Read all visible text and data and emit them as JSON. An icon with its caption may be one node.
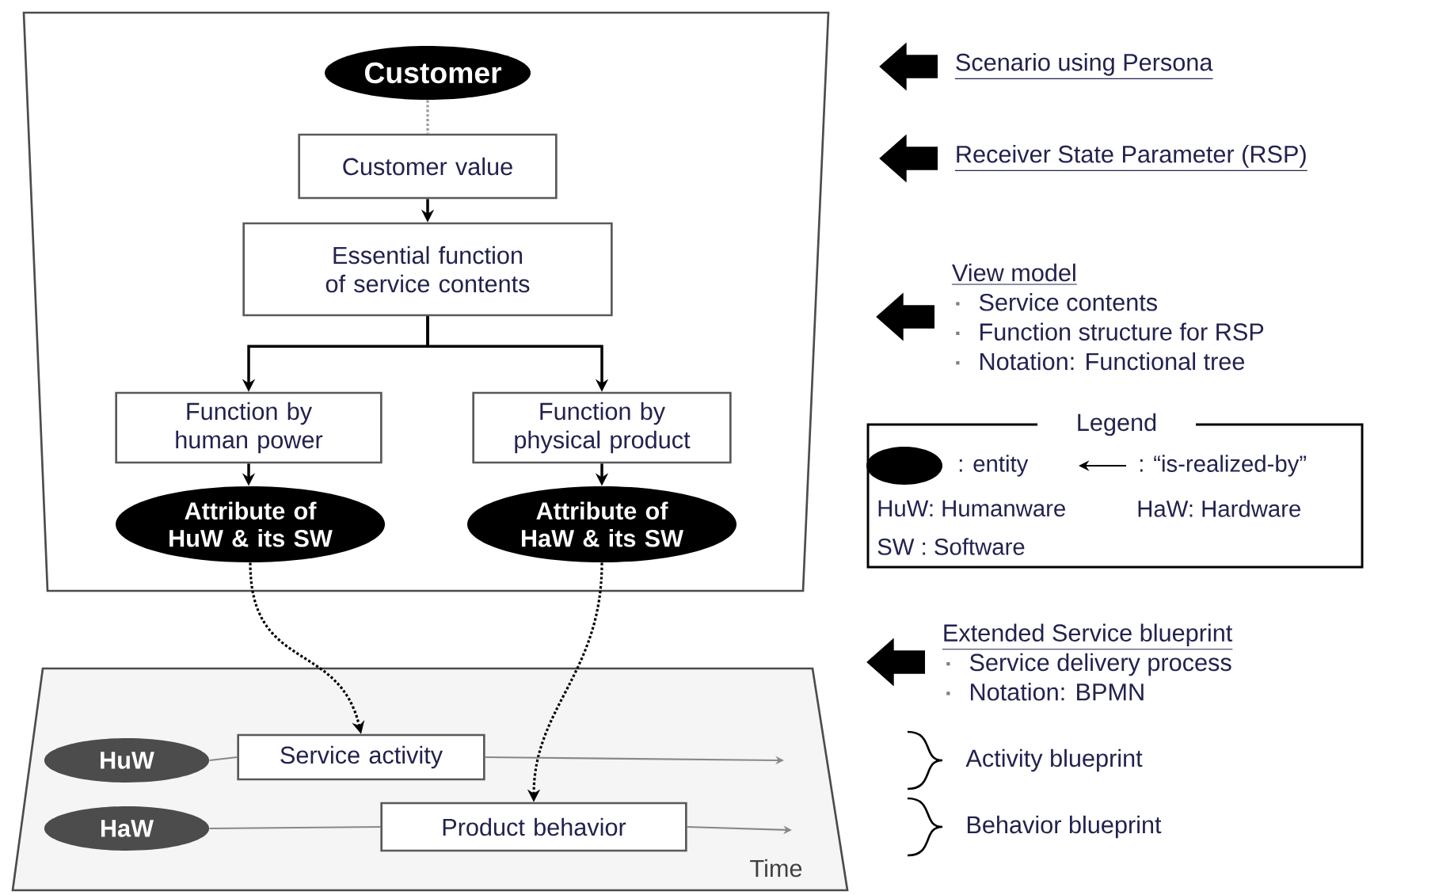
{
  "diagram": {
    "nodes": [
      {
        "text": [],
        "shape": "box"
      },
      {
        "text": [
          "Customer"
        ],
        "in": 0
      },
      {
        "text": [
          "Customer value"
        ],
        "in": 0
      },
      {
        "text": [
          "Essential function of service contents"
        ],
        "in": 0
      },
      {
        "text": [
          "Function by human power"
        ],
        "in": 0
      },
      {
        "text": [
          "Function by physical product"
        ],
        "in": 0
      },
      {
        "text": [
          "Attribute of HuW & its SW"
        ],
        "in": 0
      },
      {
        "text": [
          "Attribute of HaW & its SW"
        ],
        "in": 0
      },
      {
        "text": [],
        "shape": "box"
      },
      {
        "text": [
          "HuW"
        ],
        "in": 8
      },
      {
        "text": [
          "Service activity"
        ],
        "in": 8
      },
      {
        "text": [
          "HaW"
        ],
        "in": 8
      },
      {
        "text": [
          "Product behavior"
        ],
        "in": 8
      },
      {
        "text": [
          "Scenario using Persona"
        ]
      },
      {
        "text": [
          "Receiver State Parameter (RSP)"
        ]
      },
      {
        "text": [
          "View model",
          "Service contents",
          "Function structure for RSP",
          "Notation: Functional tree"
        ]
      },
      {
        "text": [
          "Extended Service blueprint",
          "Service delivery process",
          "Notation: BPMN"
        ]
      }
    ],
    "edges": [
      {
        "from": 1,
        "to": 2,
        "arrow": "none",
        "style": "dashed",
        "color": "#999999"
      },
      {
        "from": 2,
        "to": 3,
        "arrow": "to"
      },
      {
        "from": 3,
        "to": 4,
        "arrow": "to"
      },
      {
        "from": 3,
        "to": 5,
        "arrow": "to"
      },
      {
        "from": 4,
        "to": 6,
        "arrow": "to"
      },
      {
        "from": 5,
        "to": 7,
        "arrow": "to"
      },
      {
        "from": 6,
        "to": 10,
        "arrow": "to",
        "style": "dashed"
      },
      {
        "from": 7,
        "to": 12,
        "arrow": "to",
        "style": "dashed"
      },
      {
        "from": 9,
        "to": 10,
        "arrow": "none",
        "color": "#888888"
      },
      {
        "from": 10,
        "to": null,
        "arrow": "to",
        "color": "#888888"
      },
      {
        "from": 11,
        "to": 12,
        "arrow": "none",
        "color": "#888888"
      },
      {
        "from": 12,
        "to": null,
        "arrow": "to",
        "color": "#888888"
      },
      {
        "from": 13,
        "to": null,
        "arrow": "to",
        "style": "thick"
      },
      {
        "from": 14,
        "to": null,
        "arrow": "to",
        "style": "thick"
      },
      {
        "from": 15,
        "to": null,
        "arrow": "to",
        "style": "thick"
      },
      {
        "from": 16,
        "to": null,
        "arrow": "to",
        "style": "thick"
      }
    ],
    "labels": [
      "Time",
      "Legend",
      "Activity blueprint",
      "Behavior blueprint"
    ],
    "legend": [
      {
        "text": ": entity"
      },
      {
        "text": ": “is-realized-by”"
      },
      {
        "text": "HuW: Humanware"
      },
      {
        "text": "HaW: Hardware"
      },
      {
        "text": "SW : Software"
      }
    ]
  }
}
